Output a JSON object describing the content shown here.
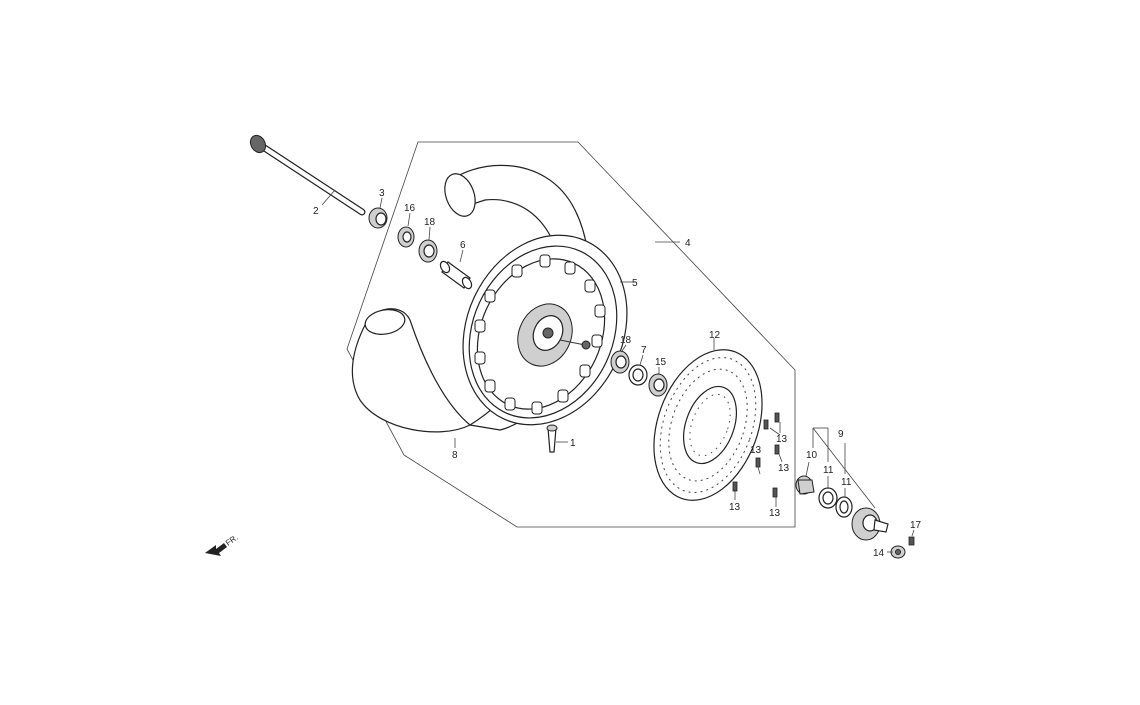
{
  "labels": {
    "p1": "1",
    "p2": "2",
    "p3": "3",
    "p4": "4",
    "p5": "5",
    "p6": "6",
    "p7": "7",
    "p8": "8",
    "p9": "9",
    "p10": "10",
    "p11a": "11",
    "p11b": "11",
    "p12": "12",
    "p13a": "13",
    "p13b": "13",
    "p13c": "13",
    "p13d": "13",
    "p13e": "13",
    "p14": "14",
    "p15": "15",
    "p16": "16",
    "p17": "17",
    "p18a": "18",
    "p18b": "18"
  },
  "direction_label": "FR.",
  "colors": {
    "line": "#333333",
    "fill": "#ffffff",
    "shade": "#cfcfcf"
  }
}
